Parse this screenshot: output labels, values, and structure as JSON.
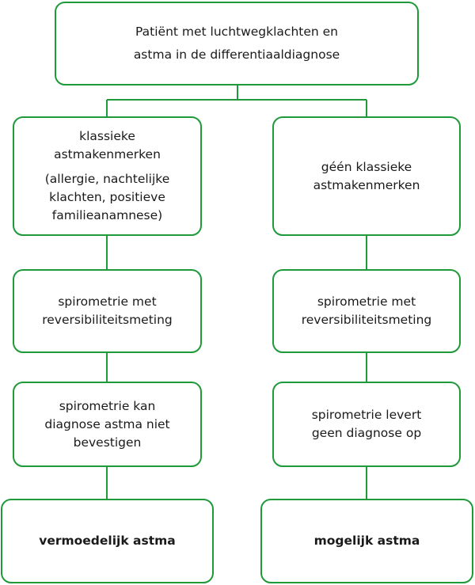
{
  "colors": {
    "border": "#1f9a3b",
    "text": "#1a1a1a",
    "background": "#ffffff"
  },
  "nodes": {
    "root": {
      "line1": "Patiënt met luchtwegklachten en",
      "line2": "astma in de differentiaaldiagnose"
    },
    "left": {
      "features": {
        "line1": "klassieke",
        "line2": "astmakenmerken",
        "detail1": "(allergie, nachtelijke",
        "detail2": "klachten, positieve",
        "detail3": "familieanamnese)"
      },
      "spirometry": {
        "line1": "spirometrie met",
        "line2": "reversibiliteitsmeting"
      },
      "result": {
        "line1": "spirometrie kan",
        "line2": "diagnose astma niet",
        "line3": "bevestigen"
      },
      "conclusion": "vermoedelijk astma"
    },
    "right": {
      "features": {
        "line1": "géén klassieke",
        "line2": "astmakenmerken"
      },
      "spirometry": {
        "line1": "spirometrie met",
        "line2": "reversibiliteitsmeting"
      },
      "result": {
        "line1": "spirometrie levert",
        "line2": "geen diagnose op"
      },
      "conclusion": "mogelijk astma"
    }
  }
}
